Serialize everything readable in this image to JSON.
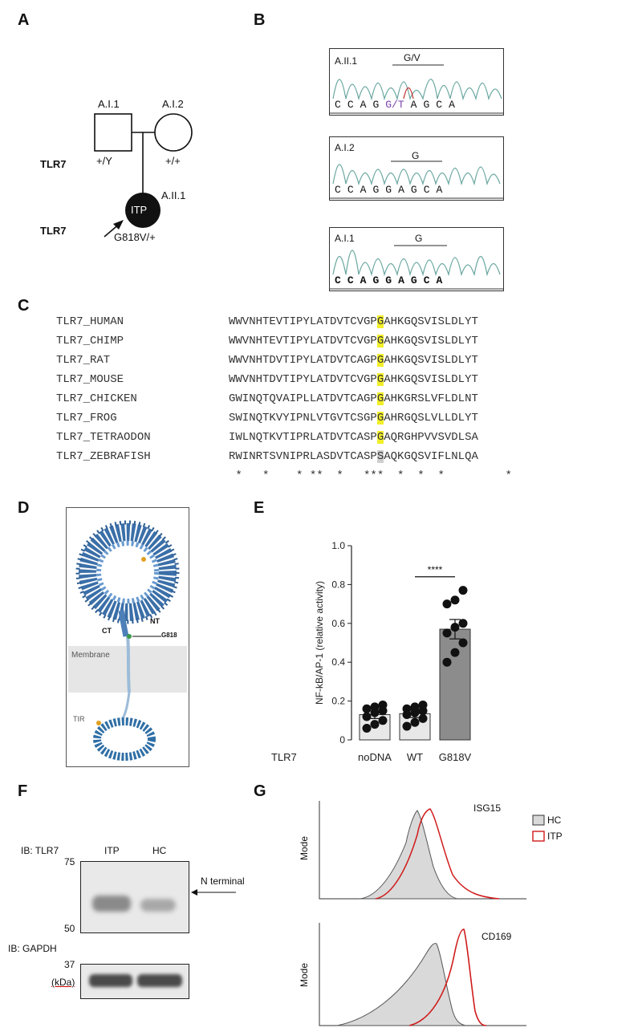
{
  "panels": {
    "A": "A",
    "B": "B",
    "C": "C",
    "D": "D",
    "E": "E",
    "F": "F",
    "G": "G"
  },
  "pedigree": {
    "gene_label_1": "TLR7",
    "gene_label_2": "TLR7",
    "father_id": "A.I.1",
    "mother_id": "A.I.2",
    "father_genotype": "+/Y",
    "mother_genotype": "+/+",
    "proband_id": "A.II.1",
    "proband_text": "ITP",
    "proband_genotype": "G818V/+"
  },
  "chromatograms": [
    {
      "id": "A.II.1",
      "label": "G/V",
      "bases": [
        "C",
        "C",
        "A",
        "G",
        "G/T",
        "A",
        "G",
        "C",
        "A"
      ]
    },
    {
      "id": "A.I.2",
      "label": "G",
      "bases": [
        "C",
        "C",
        "A",
        "G",
        "G",
        "A",
        "G",
        "C",
        "A"
      ]
    },
    {
      "id": "A.I.1",
      "label": "G",
      "bases": [
        "C",
        "C",
        "A",
        "G",
        "G",
        "A",
        "G",
        "C",
        "A"
      ]
    }
  ],
  "alignment": {
    "rows": [
      {
        "name": "TLR7_HUMAN",
        "pre": "WWVNHTEVTIPYLATDVTCVGP",
        "hl": "G",
        "post": "AHKGQSVISLDLYT"
      },
      {
        "name": "TLR7_CHIMP",
        "pre": "WWVNHTEVTIPYLATDVTCVGP",
        "hl": "G",
        "post": "AHKGQSVISLDLYT"
      },
      {
        "name": "TLR7_RAT",
        "pre": "WWVNHTDVTIPYLATDVTCAGP",
        "hl": "G",
        "post": "AHKGQSVISLDLYT"
      },
      {
        "name": "TLR7_MOUSE",
        "pre": "WWVNHTDVTIPYLATDVTCVGP",
        "hl": "G",
        "post": "AHKGQSVISLDLYT"
      },
      {
        "name": "TLR7_CHICKEN",
        "pre": "GWINQTQVAIPLLATDVTCAGP",
        "hl": "G",
        "post": "AHKGRSLVFLDLNT"
      },
      {
        "name": "TLR7_FROG",
        "pre": "SWINQTKVYIPNLVTGVTCSGP",
        "hl": "G",
        "post": "AHRGQSLVLLDLYT"
      },
      {
        "name": "TLR7_TETRAODON",
        "pre": "IWLNQTKVTIPRLATDVTCASP",
        "hl": "G",
        "post": "AQRGHPVVSVDLSA"
      },
      {
        "name": "TLR7_ZEBRAFISH",
        "pre": "RWINRTSVNIPRLASDVTCASP",
        "hl": "S",
        "post": "AQKGQSVIFLNLQA"
      }
    ],
    "conservation": " *   *    * **  *   ***  *  *  *         *  "
  },
  "structure": {
    "ct_label": "CT",
    "nt_label": "NT",
    "mutation_label": "G818",
    "membrane_label": "Membrane",
    "tir_label": "TIR"
  },
  "chart_data": {
    "type": "bar",
    "categories": [
      "noDNA",
      "WT",
      "G818V"
    ],
    "values": [
      0.13,
      0.135,
      0.57
    ],
    "errors": [
      0.02,
      0.02,
      0.05
    ],
    "points": [
      [
        0.06,
        0.08,
        0.1,
        0.12,
        0.14,
        0.15,
        0.16,
        0.17,
        0.18
      ],
      [
        0.07,
        0.09,
        0.11,
        0.13,
        0.14,
        0.15,
        0.16,
        0.17,
        0.18
      ],
      [
        0.4,
        0.45,
        0.5,
        0.55,
        0.58,
        0.6,
        0.7,
        0.72,
        0.77
      ]
    ],
    "bar_colors": [
      "#e8e8e8",
      "#e8e8e8",
      "#8c8c8c"
    ],
    "ylabel": "NF-kB/AP-1 (relative activity)",
    "xlabel_prefix": "TLR7",
    "yticks": [
      "0",
      "0.2",
      "0.4",
      "0.6",
      "0.8",
      "1.0"
    ],
    "ylim": [
      0,
      1.0
    ],
    "significance": "****"
  },
  "western": {
    "ib1": "IB: TLR7",
    "ib2": "IB: GAPDH",
    "lane1": "ITP",
    "lane2": "HC",
    "mw_75": "75",
    "mw_50": "50",
    "mw_37": "37",
    "unit": "(kDa)",
    "arrow_label": "N terminal"
  },
  "flow": {
    "top_marker": "ISG15",
    "bottom_marker": "CD169",
    "ylabel": "Mode",
    "legend_hc": "HC",
    "legend_itp": "ITP",
    "hc_color": "#d9d9d9",
    "itp_color": "#d01a1a"
  }
}
